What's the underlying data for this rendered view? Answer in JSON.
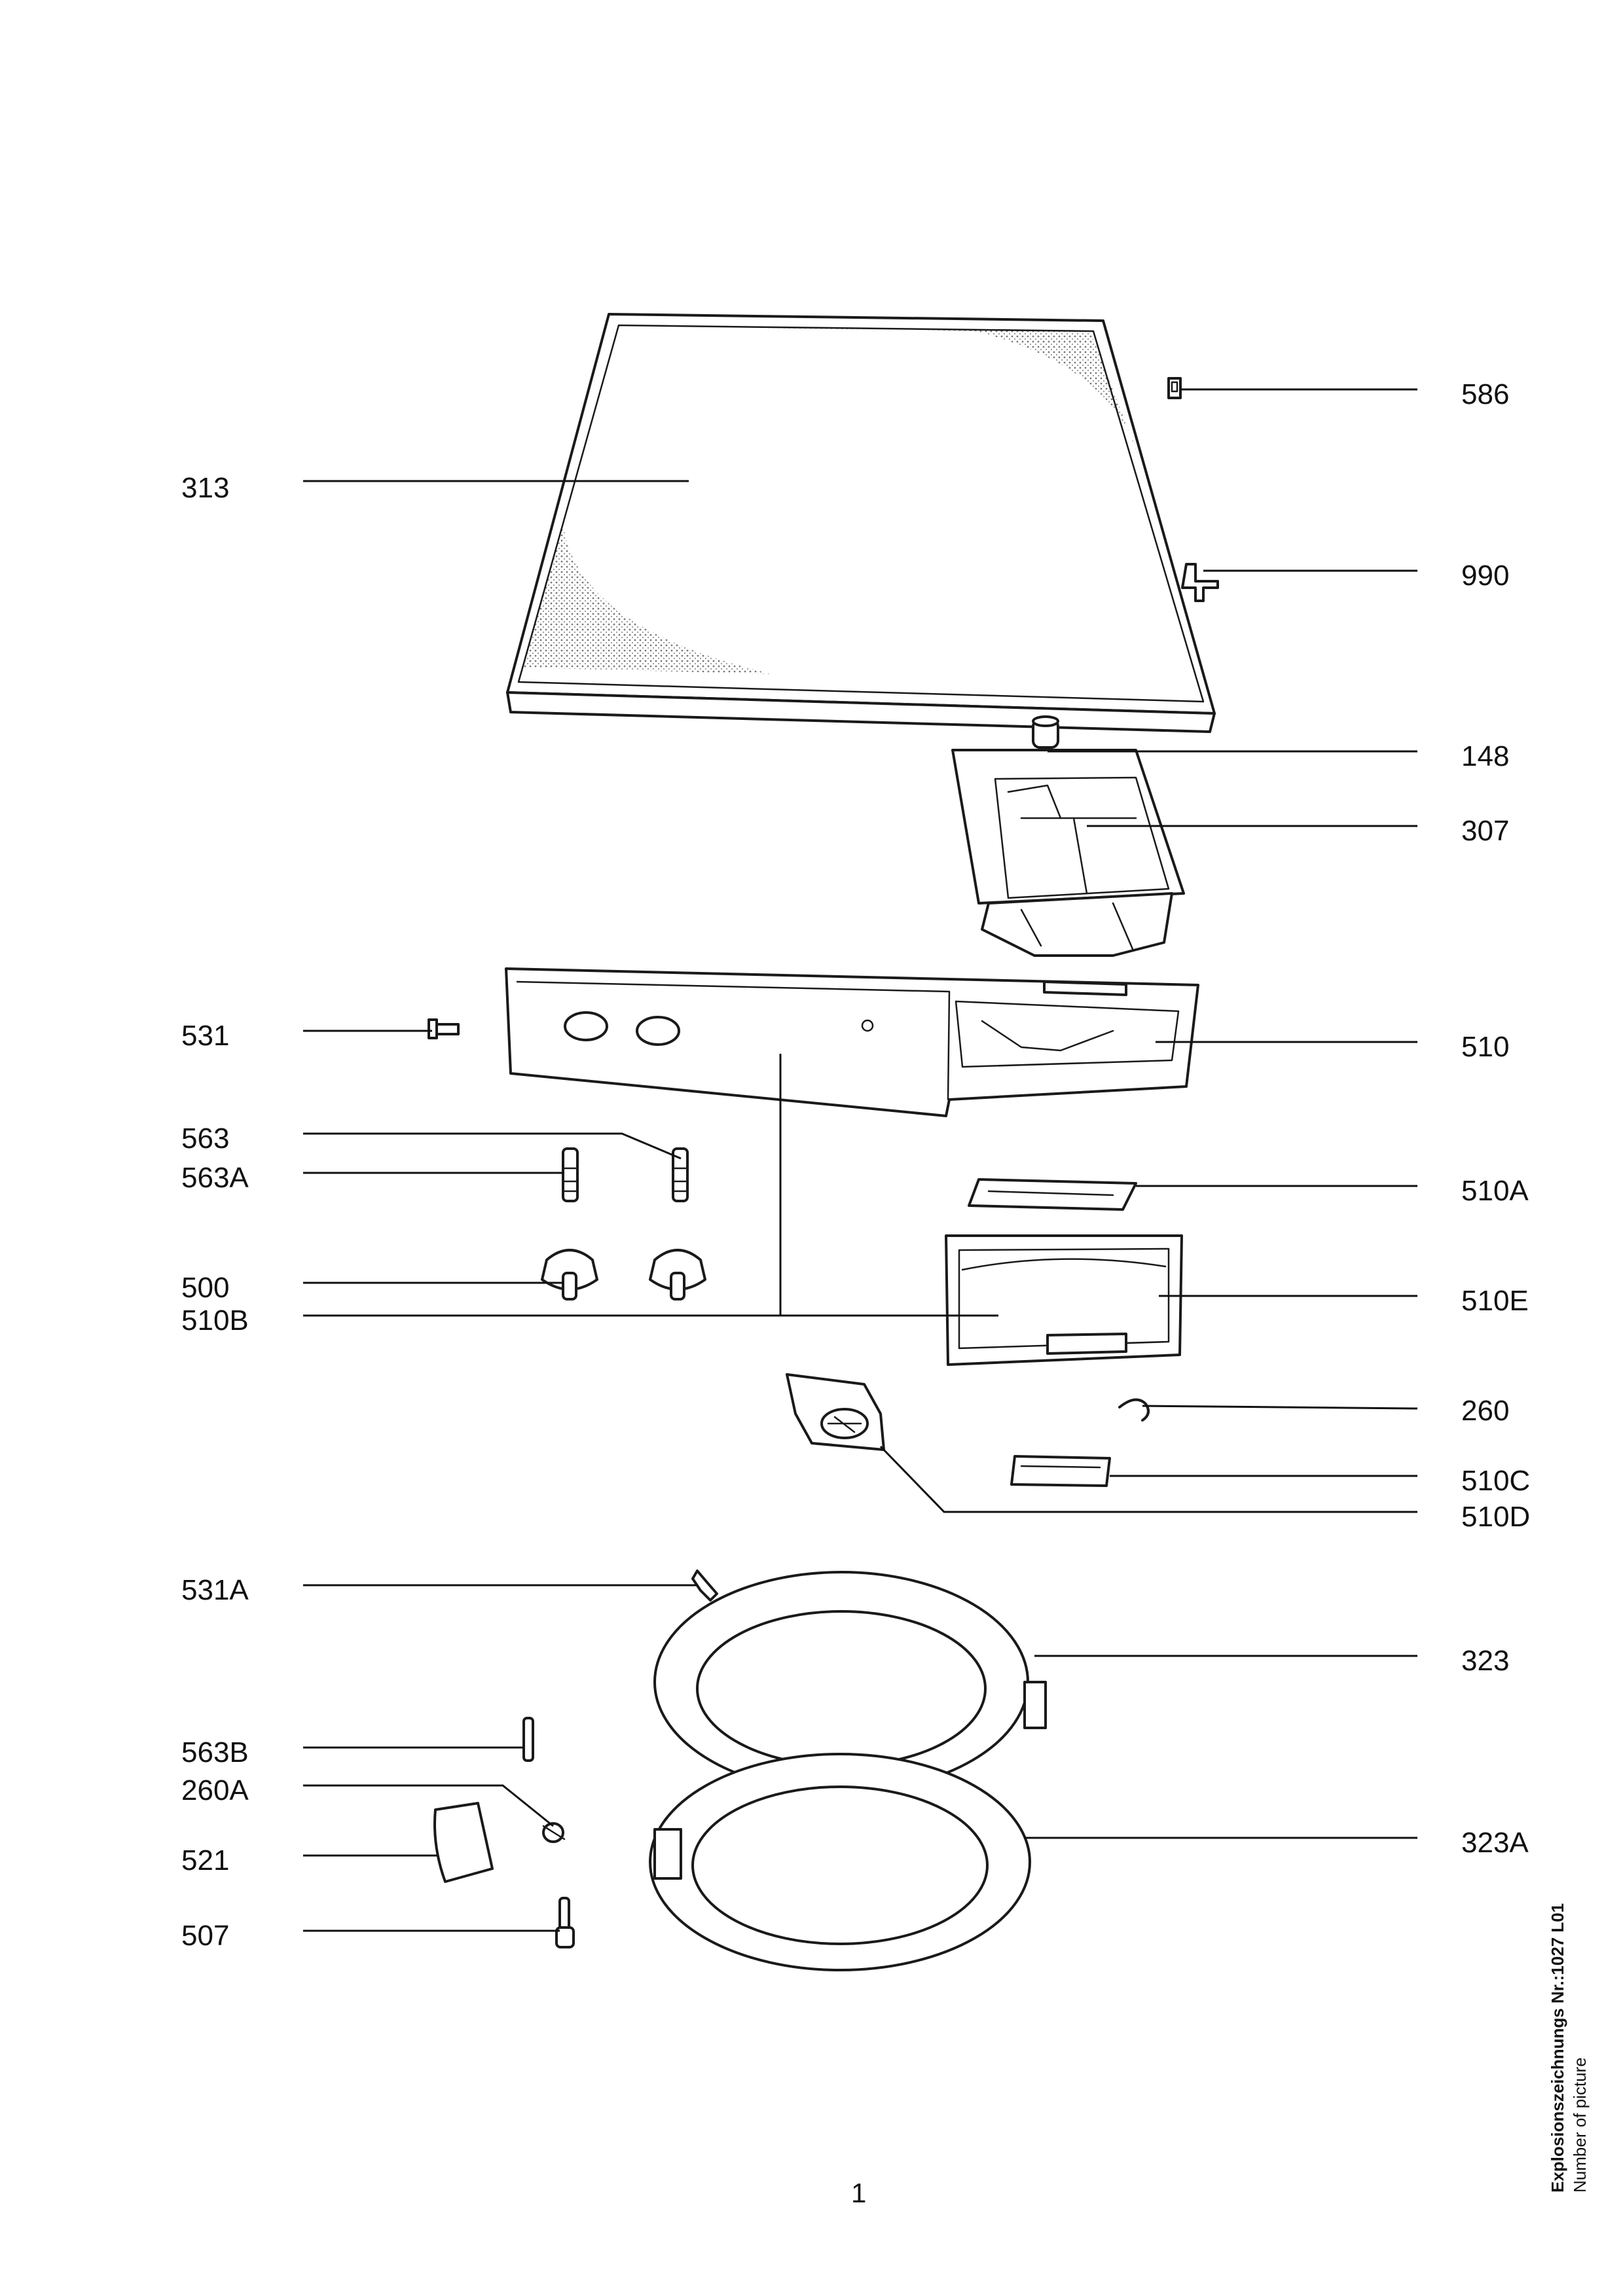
{
  "labels": {
    "l313": "313",
    "l586": "586",
    "l990": "990",
    "l148": "148",
    "l307": "307",
    "l531": "531",
    "l510": "510",
    "l563": "563",
    "l563A": "563A",
    "l510A": "510A",
    "l500": "500",
    "l510B": "510B",
    "l510E": "510E",
    "l260": "260",
    "l510C": "510C",
    "l510D": "510D",
    "l531A": "531A",
    "l323": "323",
    "l563B": "563B",
    "l260A": "260A",
    "l521": "521",
    "l323A": "323A",
    "l507": "507"
  },
  "side_caption": {
    "title": "Explosionszeichnungs Nr.:1027 L01",
    "subtitle": "Number of picture"
  },
  "page_number": "1",
  "colors": {
    "ink": "#111111",
    "shade": "#bdbdbd"
  }
}
